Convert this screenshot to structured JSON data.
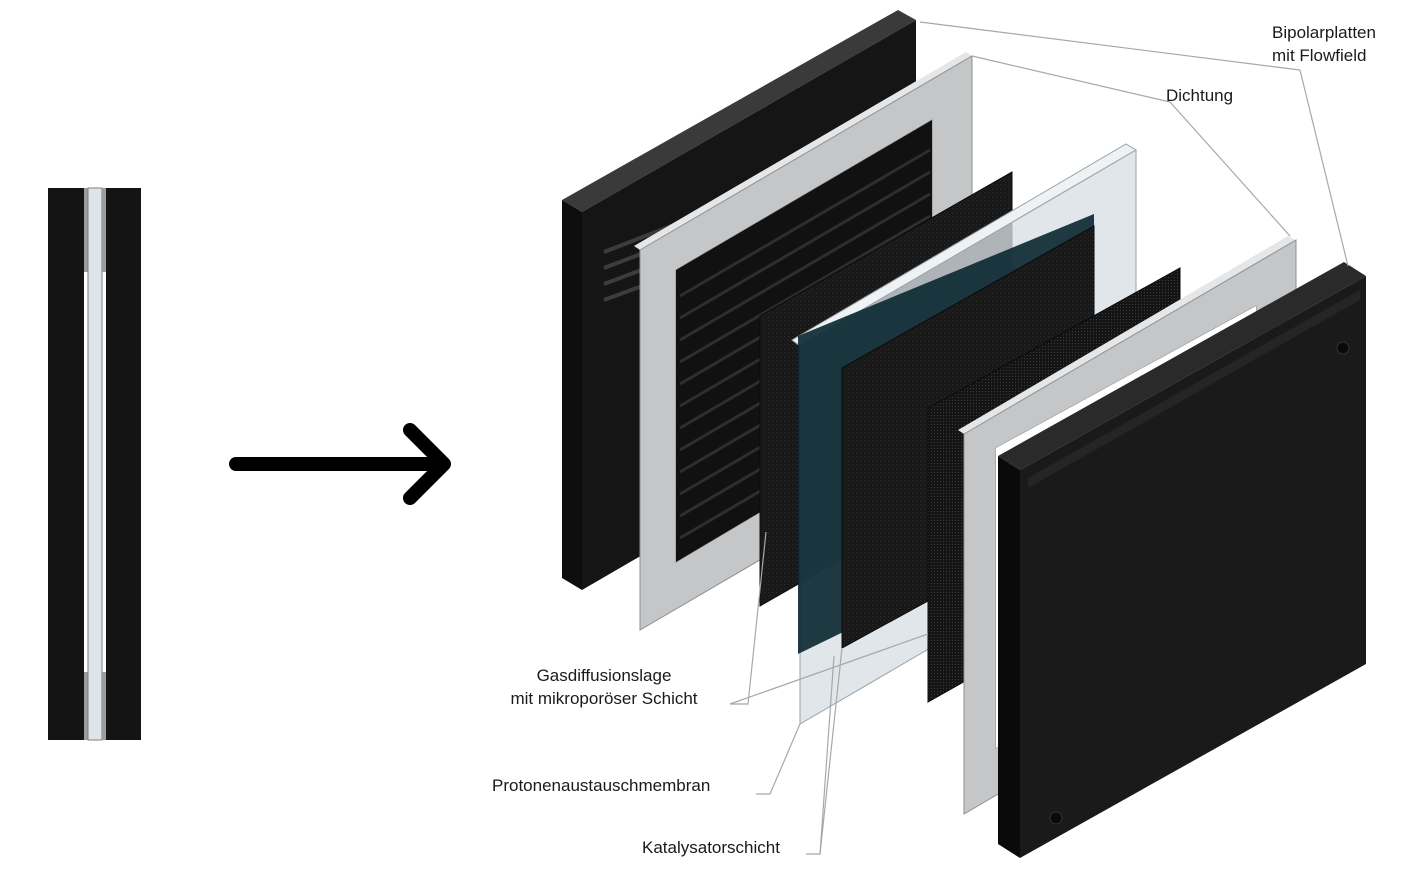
{
  "labels": {
    "bipolar_line1": "Bipolarplatten",
    "bipolar_line2": "mit Flowfield",
    "dichtung": "Dichtung",
    "gdl_line1": "Gasdiffusionslage",
    "gdl_line2": "mit mikroporöser Schicht",
    "pem": "Protonenaustauschmembran",
    "catalyst": "Katalysatorschicht"
  },
  "colors": {
    "plate": "#141414",
    "plate_edge": "#2a2a2a",
    "gasket": "#c4c6c8",
    "gasket_dark": "#8e9092",
    "membrane": "#d7dfe3",
    "catalyst": "#0d2a33",
    "gdl": "#1c1c1c",
    "leader": "#a8a8a8"
  }
}
